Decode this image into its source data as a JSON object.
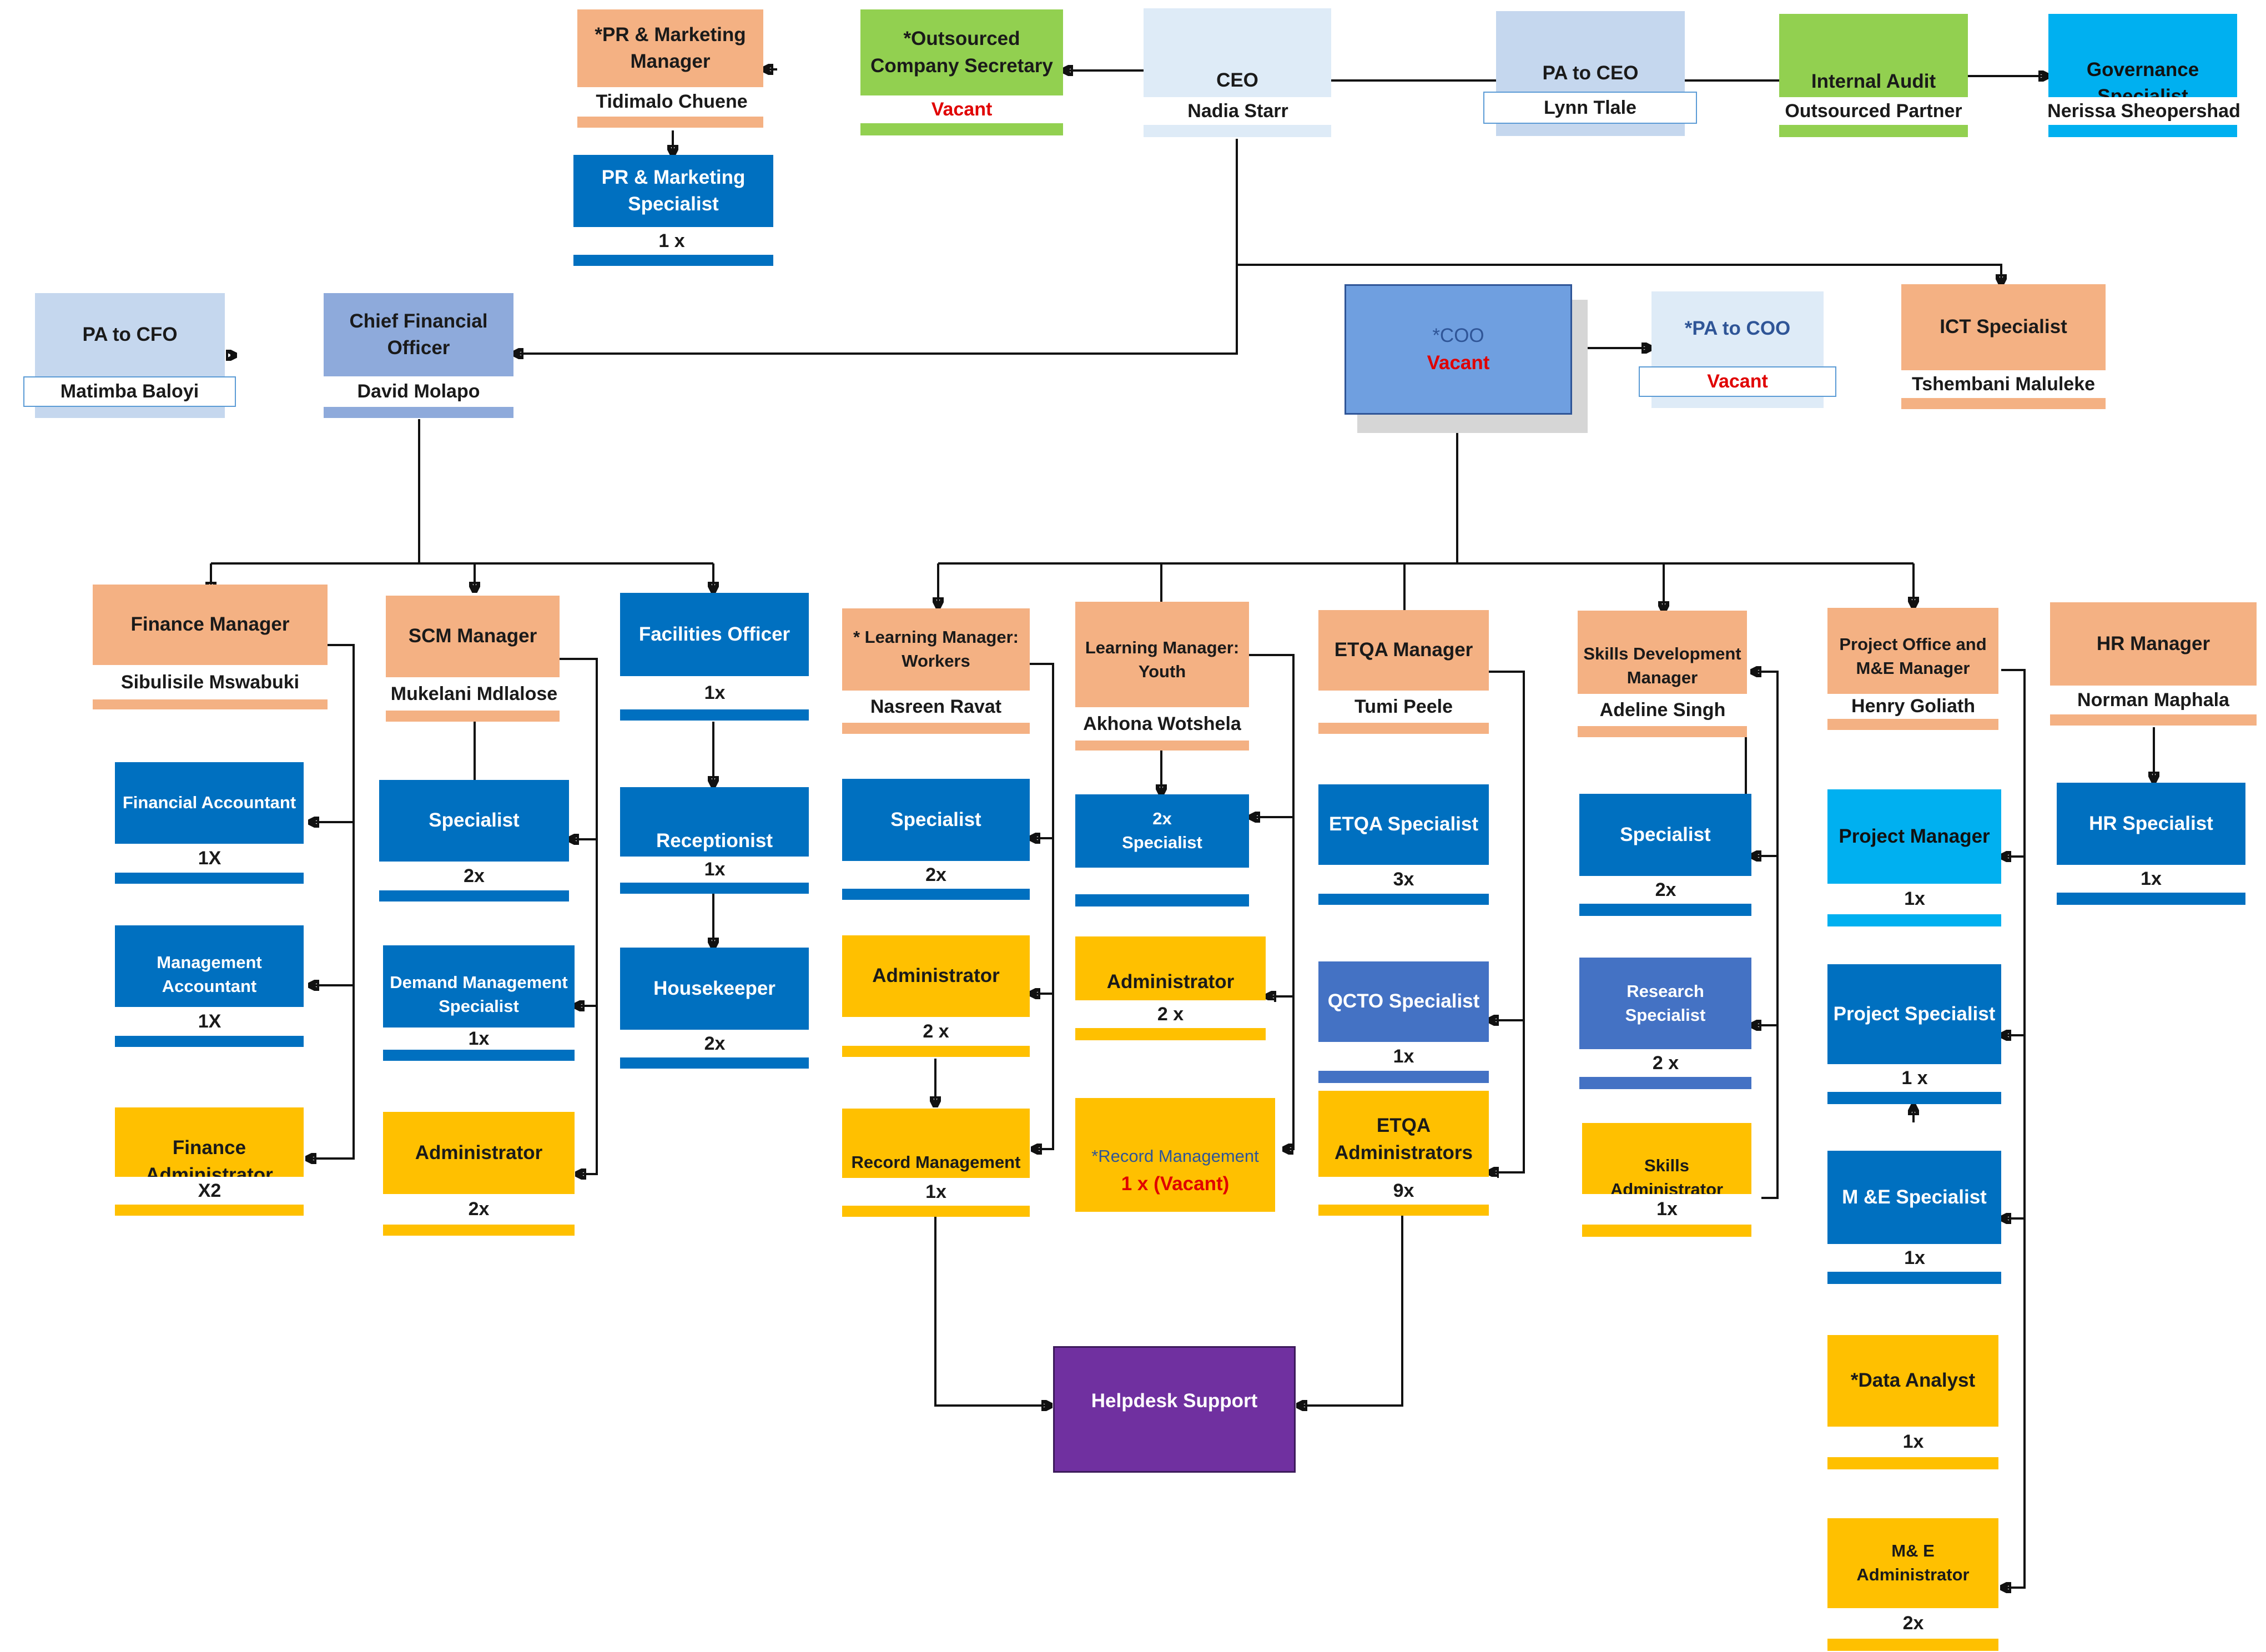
{
  "ceo": {
    "title": "CEO",
    "name": "Nadia Starr"
  },
  "ocs": {
    "title": "*Outsourced Company Secretary",
    "status": "Vacant"
  },
  "pr_manager": {
    "title": "*PR & Marketing Manager",
    "name": "Tidimalo Chuene"
  },
  "pr_specialist": {
    "title": "PR & Marketing Specialist",
    "count": "1 x"
  },
  "pa_ceo": {
    "title": "PA to CEO",
    "name": "Lynn Tlale"
  },
  "internal_audit": {
    "title": "Internal Audit",
    "name": "Outsourced Partner"
  },
  "governance": {
    "title": "Governance Specialist",
    "name": "Nerissa Sheopershad"
  },
  "pa_cfo": {
    "title": "PA to CFO",
    "name": "Matimba Baloyi"
  },
  "cfo": {
    "title": "Chief Financial Officer",
    "name": "David Molapo"
  },
  "coo": {
    "title": "*COO",
    "status": "Vacant"
  },
  "pa_coo": {
    "title": "*PA to COO",
    "status": "Vacant"
  },
  "ict": {
    "title": "ICT Specialist",
    "name": "Tshembani Maluleke"
  },
  "finance_manager": {
    "title": "Finance Manager",
    "name": "Sibulisile Mswabuki"
  },
  "fin_accountant": {
    "title": "Financial Accountant",
    "count": "1X"
  },
  "mgmt_accountant": {
    "title": "Management Accountant",
    "count": "1X"
  },
  "fin_admin": {
    "title": "Finance Administrator",
    "count": "X2"
  },
  "scm_manager": {
    "title": "SCM Manager",
    "name": "Mukelani Mdlalose"
  },
  "scm_specialist": {
    "title": "Specialist",
    "count": "2x"
  },
  "demand_specialist": {
    "title": "Demand Management Specialist",
    "count": "1x"
  },
  "scm_admin": {
    "title": "Administrator",
    "count": "2x"
  },
  "facilities": {
    "title": "Facilities Officer",
    "count": "1x"
  },
  "receptionist": {
    "title": "Receptionist",
    "count": "1x"
  },
  "housekeeper": {
    "title": "Housekeeper",
    "count": "2x"
  },
  "lm_workers": {
    "title": "* Learning Manager: Workers",
    "name": "Nasreen Ravat"
  },
  "lmw_specialist": {
    "title": "Specialist",
    "count": "2x"
  },
  "lmw_admin": {
    "title": "Administrator",
    "count": "2 x"
  },
  "lmw_record": {
    "title": "Record Management",
    "count": "1x"
  },
  "lm_youth": {
    "title": "Learning Manager: Youth",
    "name": "Akhona Wotshela"
  },
  "lmy_specialist": {
    "count": "2x",
    "title": "Specialist"
  },
  "lmy_admin": {
    "title": "Administrator",
    "count": "2 x"
  },
  "lmy_record": {
    "title": "*Record Management",
    "count": "1 x (Vacant)"
  },
  "etqa_manager": {
    "title": "ETQA Manager",
    "name": "Tumi Peele"
  },
  "etqa_specialist": {
    "title": "ETQA Specialist",
    "count": "3x"
  },
  "qcto_specialist": {
    "title": "QCTO Specialist",
    "count": "1x"
  },
  "etqa_admins": {
    "title": "ETQA Administrators",
    "count": "9x"
  },
  "skills_manager": {
    "title": "Skills Development Manager",
    "name": "Adeline Singh"
  },
  "sd_specialist": {
    "title": "Specialist",
    "count": "2x"
  },
  "research_specialist": {
    "title": "Research Specialist",
    "count": "2 x"
  },
  "skills_admin": {
    "title": "Skills Administrator",
    "count": "1x"
  },
  "po_manager": {
    "title": "Project Office and M&E Manager",
    "name": "Henry Goliath"
  },
  "project_manager": {
    "title": "Project Manager",
    "count": "1x"
  },
  "project_specialist": {
    "title": "Project Specialist",
    "count": "1 x"
  },
  "me_specialist": {
    "title": "M &E Specialist",
    "count": "1x"
  },
  "data_analyst": {
    "title": "*Data Analyst",
    "count": "1x"
  },
  "me_admin": {
    "title": "M& E Administrator",
    "count": "2x"
  },
  "hr_manager": {
    "title": "HR Manager",
    "name": "Norman Maphala"
  },
  "hr_specialist": {
    "title": "HR Specialist",
    "count": "1x"
  },
  "helpdesk": {
    "title": "Helpdesk Support"
  },
  "colors": {
    "salmon": "#f4b183",
    "blue": "#0070c0",
    "mid_blue": "#4472c4",
    "cyan": "#00b0f0",
    "light_blue": "#c5d7ee",
    "pale_blue": "#deebf7",
    "green": "#92d050",
    "gold": "#ffc000",
    "purple": "#7030a0",
    "vacant_red": "#e00000"
  }
}
